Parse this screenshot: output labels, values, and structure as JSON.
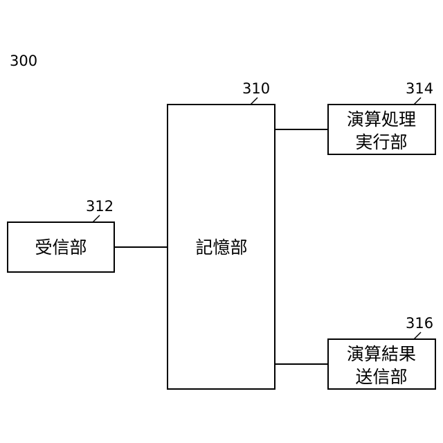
{
  "figure_label": "300",
  "blocks": {
    "storage": {
      "ref": "310",
      "lines": [
        "記憶部"
      ]
    },
    "receiver": {
      "ref": "312",
      "lines": [
        "受信部"
      ]
    },
    "processor": {
      "ref": "314",
      "lines": [
        "演算処理",
        "実行部"
      ]
    },
    "sender": {
      "ref": "316",
      "lines": [
        "演算結果",
        "送信部"
      ]
    }
  },
  "colors": {
    "stroke": "#000000",
    "background": "#ffffff"
  }
}
